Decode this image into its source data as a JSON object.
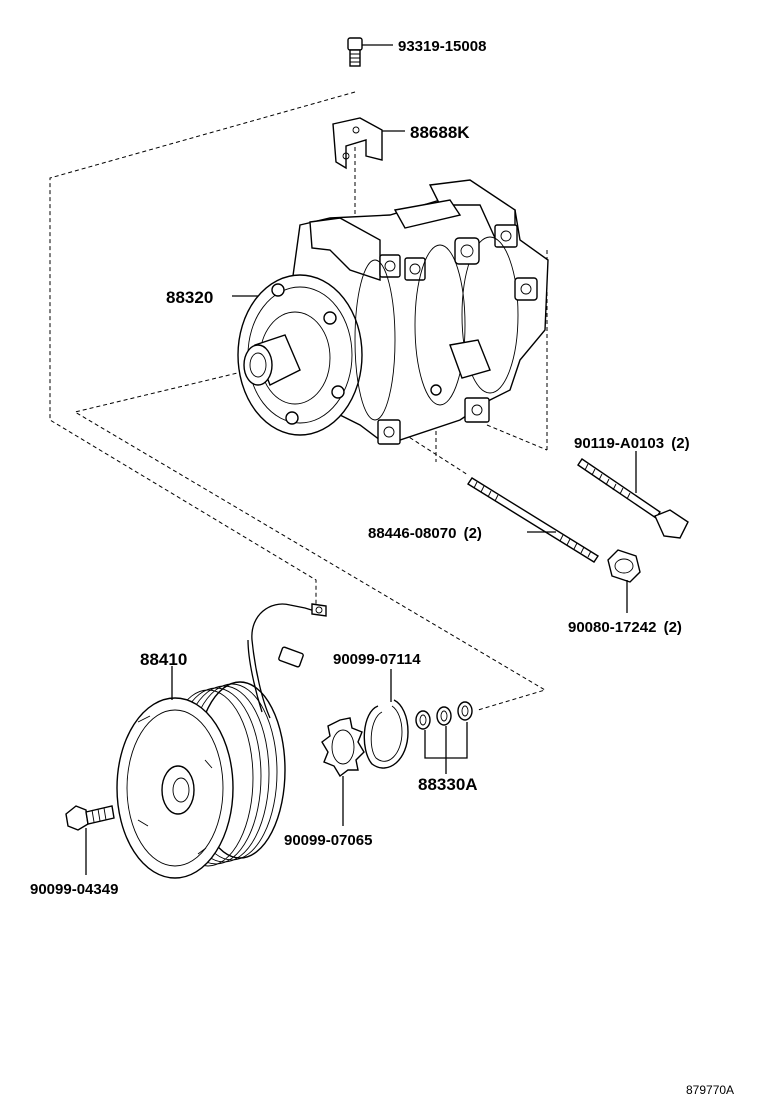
{
  "diagram_id": "879770A",
  "callouts": [
    {
      "key": "bolt_top",
      "label": "93319-15008"
    },
    {
      "key": "bracket",
      "label": "88688K"
    },
    {
      "key": "compressor",
      "label": "88320"
    },
    {
      "key": "bolt_long",
      "label": "90119-A0103",
      "qty": "(2)"
    },
    {
      "key": "stud",
      "label": "88446-08070",
      "qty": "(2)"
    },
    {
      "key": "nut",
      "label": "90080-17242",
      "qty": "(2)"
    },
    {
      "key": "clutch",
      "label": "88410"
    },
    {
      "key": "snap_ring",
      "label": "90099-07114"
    },
    {
      "key": "shims",
      "label": "88330A"
    },
    {
      "key": "lock_washer",
      "label": "90099-07065"
    },
    {
      "key": "clutch_bolt",
      "label": "90099-04349"
    }
  ]
}
